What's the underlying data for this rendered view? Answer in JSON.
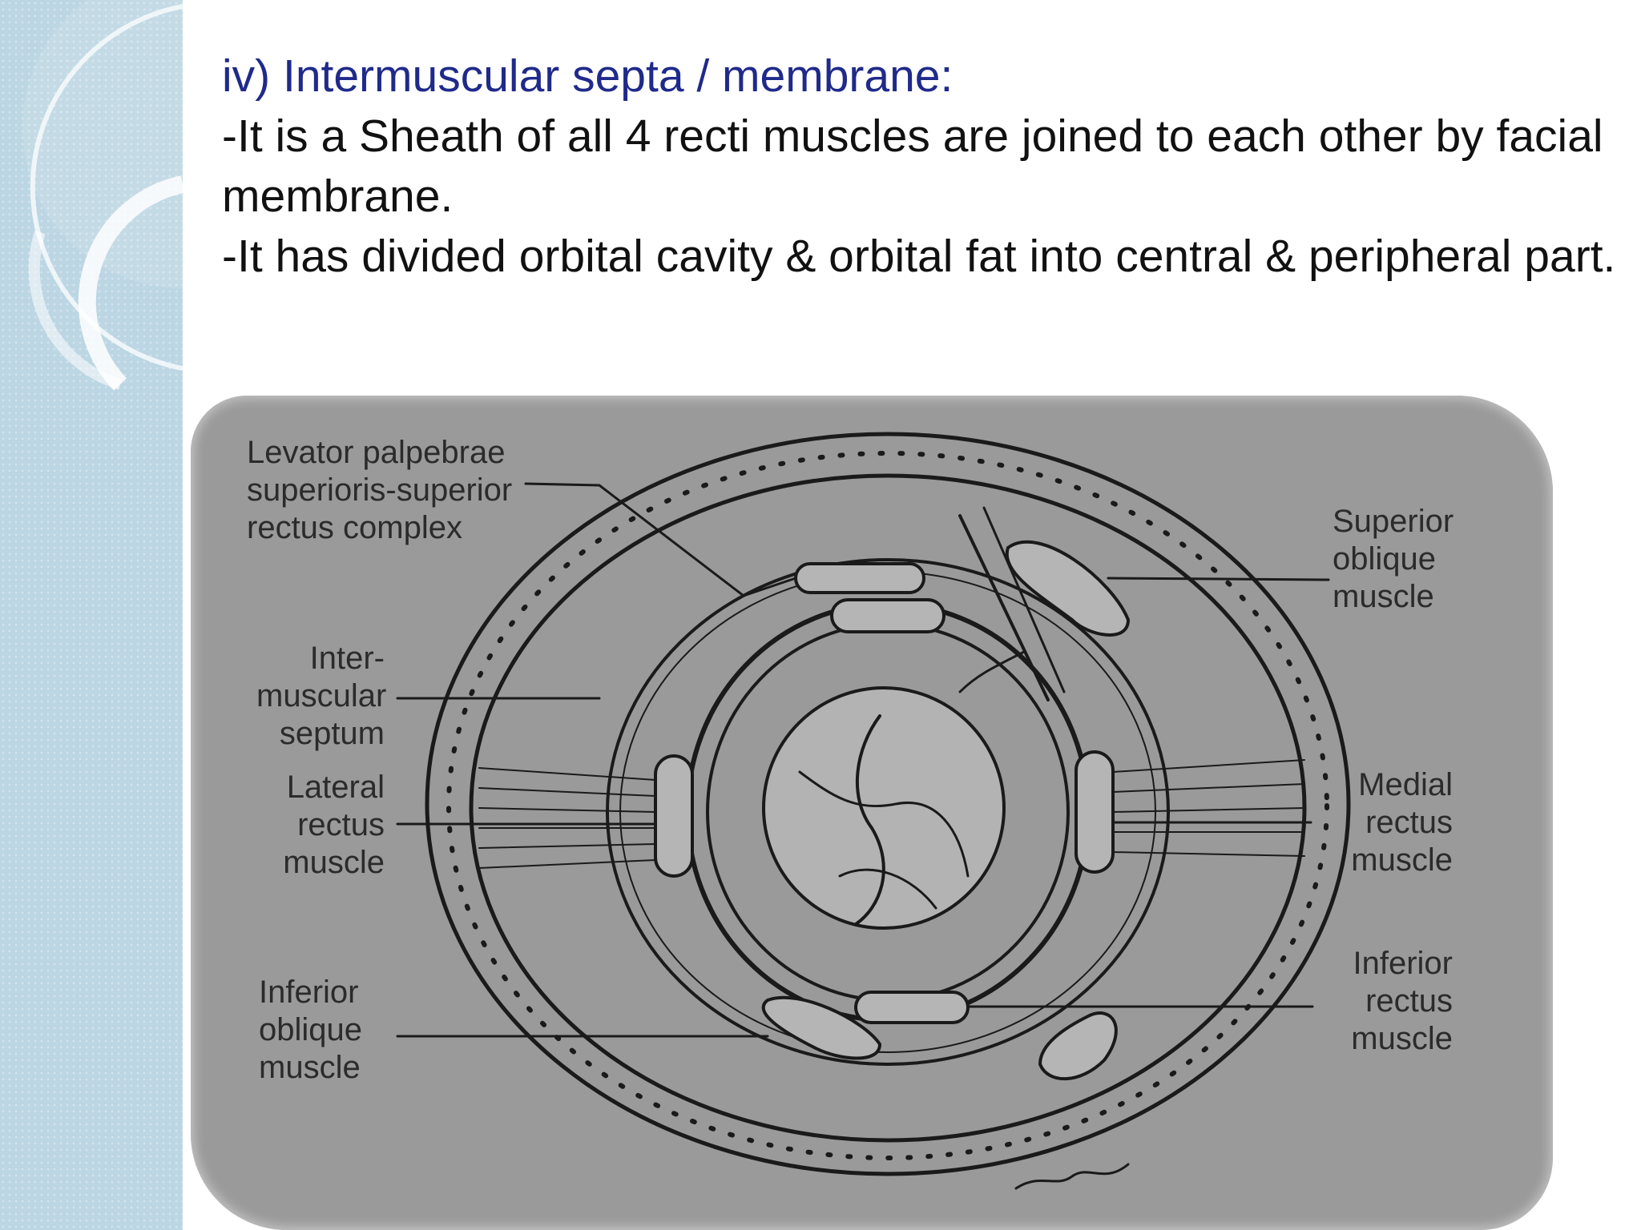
{
  "slide": {
    "title": "iv) Intermuscular septa / membrane:",
    "bullets": [
      "-It is a Sheath of all 4 recti muscles are joined to each other by facial membrane.",
      "-It has divided orbital cavity & orbital fat into central & peripheral part."
    ]
  },
  "diagram": {
    "labels": {
      "levator": "Levator palpebrae\nsuperioris-superior\nrectus complex",
      "superior_oblique": "Superior\noblique\nmuscle",
      "intermuscular_septum": "Inter-\nmuscular\nseptum",
      "lateral_rectus": "Lateral\nrectus\nmuscle",
      "medial_rectus": "Medial\nrectus\nmuscle",
      "inferior_oblique": "Inferior\noblique\nmuscle",
      "inferior_rectus": "Inferior\nrectus\nmuscle"
    }
  },
  "colors": {
    "title": "#1f2a8a",
    "body_text": "#111111",
    "side_band": "#bcd6e3",
    "diagram_bg": "#9a9a9a"
  }
}
